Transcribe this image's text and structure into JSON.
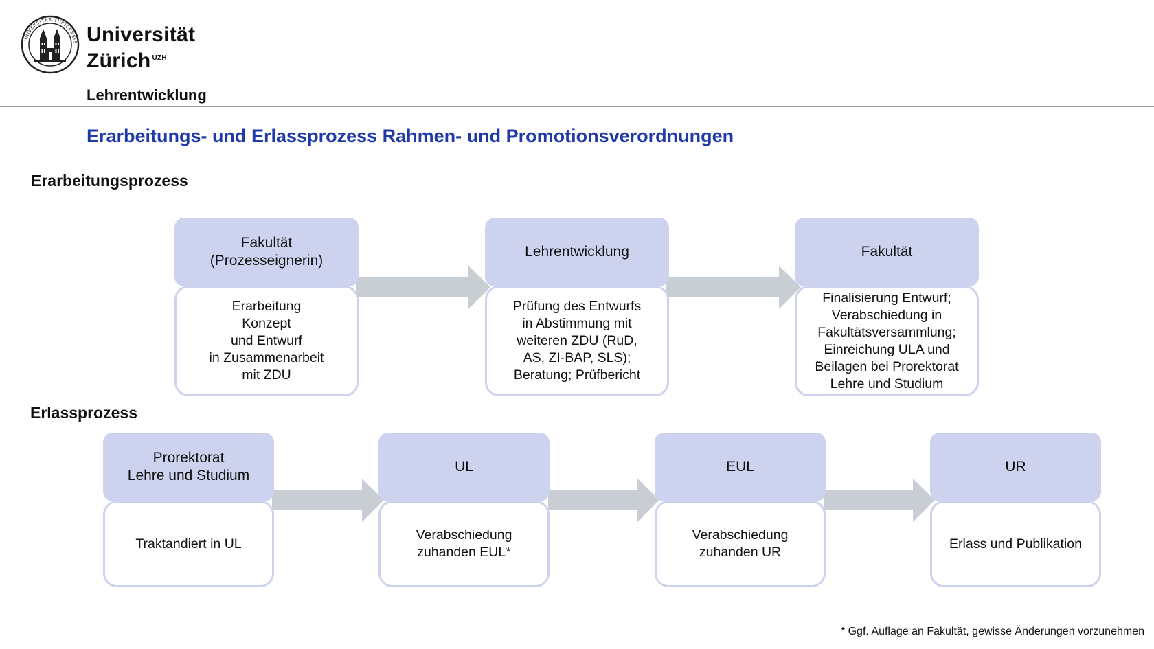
{
  "header": {
    "logo_name_line1": "Universität",
    "logo_name_line2": "Zürich",
    "logo_sup": "UZH",
    "seal_text": "UNIVERSITAS TURICENSIS MDCCCXXXIII",
    "department": "Lehrentwicklung",
    "title": "Erarbeitungs- und Erlassprozess Rahmen- und Promotionsverordnungen"
  },
  "colors": {
    "title": "#1f3aa8",
    "node_head": "#cdd3ee",
    "node_border": "#cdd3ee",
    "arrow": "#c9ced4",
    "rule": "#9aa3ad"
  },
  "erarbeitung": {
    "label": "Erarbeitungsprozess",
    "steps": [
      {
        "head": "Fakultät\n(Prozesseignerin)",
        "body": "Erarbeitung\nKonzept\nund Entwurf\nin Zusammenarbeit\nmit ZDU"
      },
      {
        "head": "Lehrentwicklung",
        "body": "Prüfung des Entwurfs\nin Abstimmung mit\nweiteren ZDU (RuD,\nAS, ZI-BAP, SLS);\nBeratung; Prüfbericht"
      },
      {
        "head": "Fakultät",
        "body": "Finalisierung Entwurf;\nVerabschiedung in\nFakultätsversammlung;\nEinreichung ULA und\nBeilagen bei Prorektorat\nLehre und Studium"
      }
    ]
  },
  "erlass": {
    "label": "Erlassprozess",
    "steps": [
      {
        "head": "Prorektorat\nLehre und Studium",
        "body": "Traktandiert in UL"
      },
      {
        "head": "UL",
        "body": "Verabschiedung\nzuhanden EUL*"
      },
      {
        "head": "EUL",
        "body": "Verabschiedung\nzuhanden UR"
      },
      {
        "head": "UR",
        "body": "Erlass und Publikation"
      }
    ]
  },
  "footnote": "* Ggf. Auflage an Fakultät, gewisse Änderungen vorzunehmen"
}
